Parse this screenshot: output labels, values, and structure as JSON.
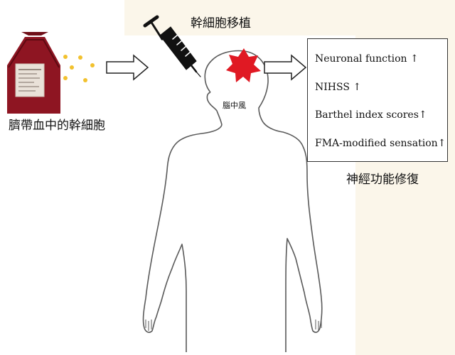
{
  "title": "幹細胞移植",
  "source_label": "臍帶血中的幹細胞",
  "lesion_label": "腦中風",
  "outcome_title": "神經功能修復",
  "outcomes": [
    "Neuronal function ↑",
    "NIHSS ↑",
    "Barthel index scores↑",
    "FMA-modified sensation↑"
  ],
  "colors": {
    "blood_bag": "#8e1522",
    "cells": "#f2c12e",
    "lesion": "#e01923",
    "background_tint": "#fbf6ea"
  },
  "icons": [
    "blood-bag-icon",
    "syringe-icon",
    "stem-cell-dots",
    "right-arrow-icon",
    "human-silhouette",
    "lesion-star-icon"
  ]
}
